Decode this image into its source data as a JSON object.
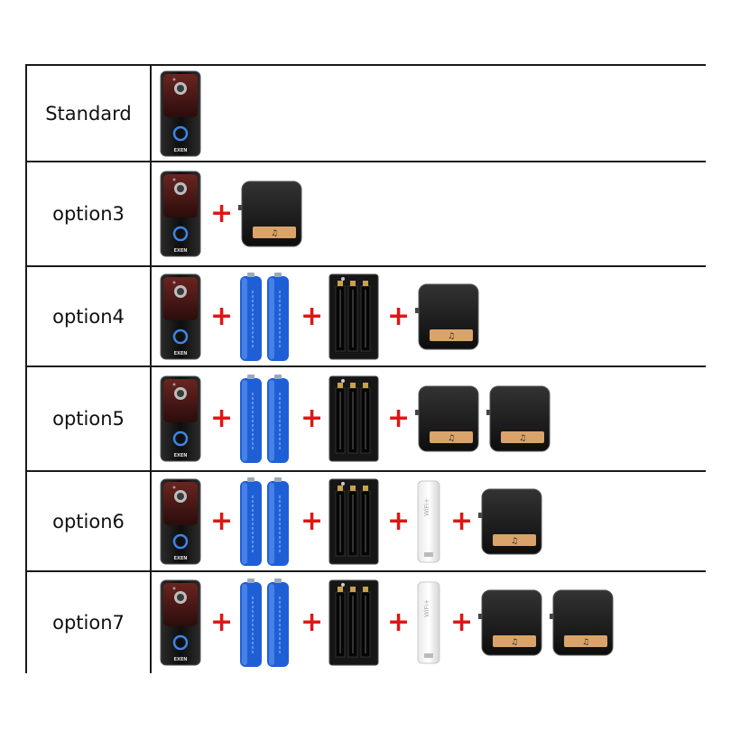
{
  "rows": [
    {
      "label": "Standard",
      "items": [
        "doorbell"
      ]
    },
    {
      "label": "option3",
      "items": [
        "doorbell",
        "+",
        "chime"
      ]
    },
    {
      "label": "option4",
      "items": [
        "doorbell",
        "+",
        "batteries",
        "+",
        "charger",
        "+",
        "chime"
      ]
    },
    {
      "label": "option5",
      "items": [
        "doorbell",
        "+",
        "batteries",
        "+",
        "charger",
        "+",
        "chime",
        "chime"
      ]
    },
    {
      "label": "option6",
      "items": [
        "doorbell",
        "+",
        "batteries",
        "+",
        "charger",
        "+",
        "wifi-repeater",
        "+",
        "chime"
      ]
    },
    {
      "label": "option7",
      "items": [
        "doorbell",
        "+",
        "batteries",
        "+",
        "charger",
        "+",
        "wifi-repeater",
        "+",
        "chime",
        "chime"
      ]
    }
  ],
  "doorbell_brand": "EXEN",
  "repeater_text": "WiFi+",
  "colors": {
    "plus": "#e01515",
    "chime_strip": "#d9a36b",
    "battery": "#1f5fd6"
  }
}
